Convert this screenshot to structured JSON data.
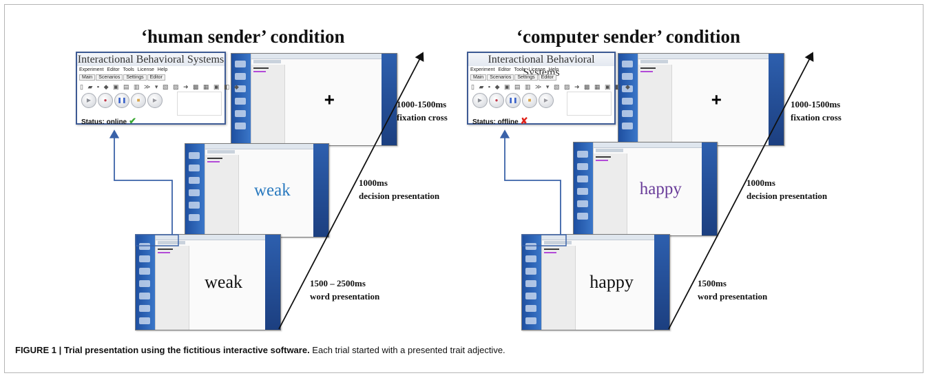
{
  "figure": {
    "caption_label": "FIGURE 1 | ",
    "caption_title": "Trial presentation using the fictitious interactive software.",
    "caption_text": " Each trial started with a presented trait adjective."
  },
  "software": {
    "title": "Interactional Behavioral Systems",
    "menu": "Experiment Editor Tools License Help",
    "tabs": [
      "Main",
      "Scenarios",
      "Settings",
      "Editor"
    ],
    "toolbar_icons": "▯ ▰ ▪ ◆ ▣ ▤ ▥ ≫ ▾ ▧ ▨ ➜ ▩ ▦ ▣ ◧ ◆",
    "controls": [
      "▶",
      "●",
      "❚❚",
      "■",
      "▶"
    ],
    "control_colors": [
      "#8a8d94",
      "#c0394b",
      "#3a62c9",
      "#d6a34a",
      "#9a9aa0"
    ]
  },
  "panels": [
    {
      "title": "‘human sender’ condition",
      "status_text": "Status: online",
      "status_mark": "✔",
      "status_color": "#39a832",
      "fixation_symbol": "+",
      "decision_word": "weak",
      "decision_color": "#2a7abf",
      "stimulus_word": "weak",
      "labels": {
        "fixation": [
          "1000-1500ms",
          "fixation cross"
        ],
        "decision": [
          "1000ms",
          "decision presentation"
        ],
        "word": [
          "1500 – 2500ms",
          "word presentation"
        ]
      }
    },
    {
      "title": "‘computer sender’ condition",
      "status_text": "Status: offline",
      "status_mark": "✘",
      "status_color": "#e0241b",
      "fixation_symbol": "+",
      "decision_word": "happy",
      "decision_color": "#6a3d9a",
      "stimulus_word": "happy",
      "labels": {
        "fixation": [
          "1000-1500ms",
          "fixation cross"
        ],
        "decision": [
          "1000ms",
          "decision presentation"
        ],
        "word": [
          "1500ms",
          "word presentation"
        ]
      }
    }
  ]
}
